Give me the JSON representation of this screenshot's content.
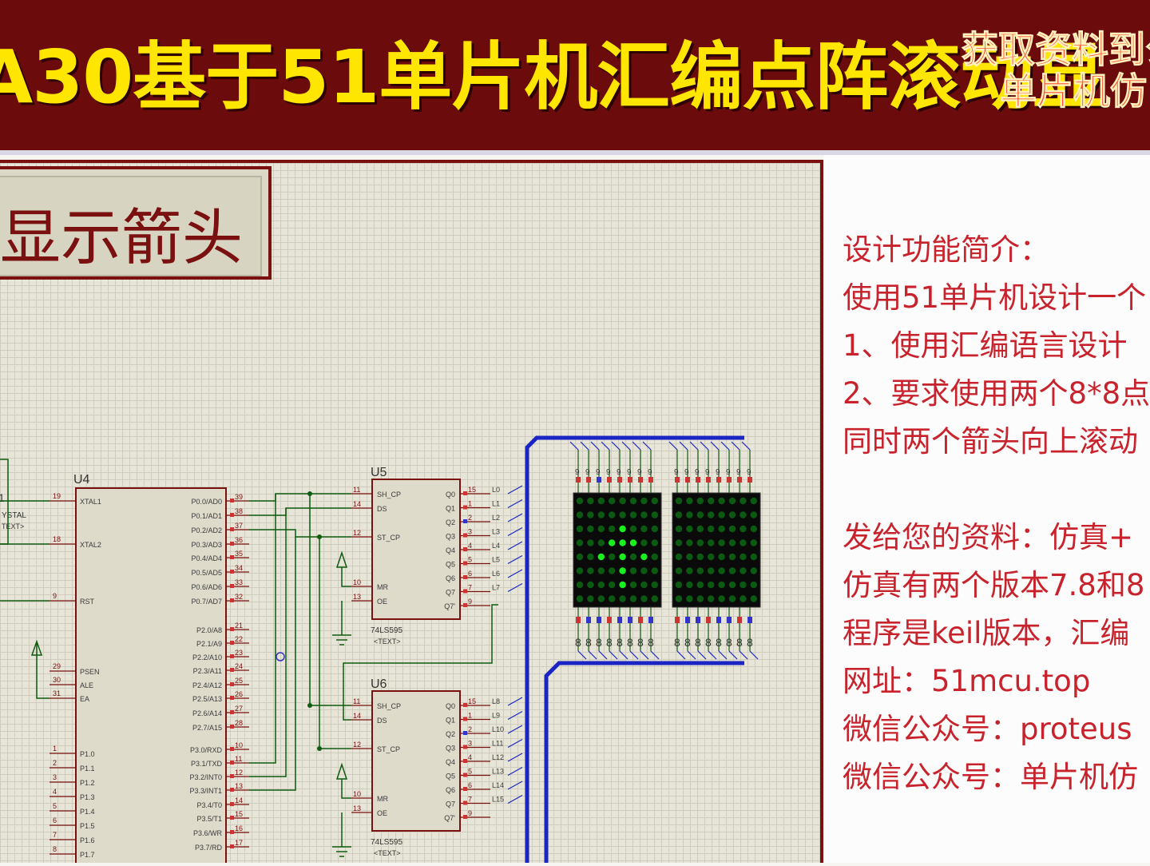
{
  "banner": {
    "title": "A30基于51单片机汇编点阵滚动显",
    "promo_line1": "获取资料到公",
    "promo_line2": "单片机仿"
  },
  "canvas": {
    "label": "显示箭头",
    "mcu": {
      "ref": "U4",
      "crystal_ref": "1",
      "crystal_label": "YSTAL",
      "crystal_text": "TEXT>",
      "left_pins": [
        {
          "num": "19",
          "name": "XTAL1"
        },
        {
          "num": "18",
          "name": "XTAL2"
        },
        {
          "num": "9",
          "name": "RST"
        },
        {
          "num": "29",
          "name": "PSEN"
        },
        {
          "num": "30",
          "name": "ALE"
        },
        {
          "num": "31",
          "name": "EA"
        },
        {
          "num": "1",
          "name": "P1.0"
        },
        {
          "num": "2",
          "name": "P1.1"
        },
        {
          "num": "3",
          "name": "P1.2"
        },
        {
          "num": "4",
          "name": "P1.3"
        },
        {
          "num": "5",
          "name": "P1.4"
        },
        {
          "num": "6",
          "name": "P1.5"
        },
        {
          "num": "7",
          "name": "P1.6"
        },
        {
          "num": "8",
          "name": "P1.7"
        }
      ],
      "right_pins": [
        {
          "num": "39",
          "name": "P0.0/AD0"
        },
        {
          "num": "38",
          "name": "P0.1/AD1"
        },
        {
          "num": "37",
          "name": "P0.2/AD2"
        },
        {
          "num": "36",
          "name": "P0.3/AD3"
        },
        {
          "num": "35",
          "name": "P0.4/AD4"
        },
        {
          "num": "34",
          "name": "P0.5/AD5"
        },
        {
          "num": "33",
          "name": "P0.6/AD6"
        },
        {
          "num": "32",
          "name": "P0.7/AD7"
        },
        {
          "num": "21",
          "name": "P2.0/A8"
        },
        {
          "num": "22",
          "name": "P2.1/A9"
        },
        {
          "num": "23",
          "name": "P2.2/A10"
        },
        {
          "num": "24",
          "name": "P2.3/A11"
        },
        {
          "num": "25",
          "name": "P2.4/A12"
        },
        {
          "num": "26",
          "name": "P2.5/A13"
        },
        {
          "num": "27",
          "name": "P2.6/A14"
        },
        {
          "num": "28",
          "name": "P2.7/A15"
        },
        {
          "num": "10",
          "name": "P3.0/RXD"
        },
        {
          "num": "11",
          "name": "P3.1/TXD"
        },
        {
          "num": "12",
          "name": "P3.2/INT0"
        },
        {
          "num": "13",
          "name": "P3.3/INT1"
        },
        {
          "num": "14",
          "name": "P3.4/T0"
        },
        {
          "num": "15",
          "name": "P3.5/T1"
        },
        {
          "num": "16",
          "name": "P3.6/WR"
        },
        {
          "num": "17",
          "name": "P3.7/RD"
        }
      ]
    },
    "shift_registers": [
      {
        "ref": "U5",
        "part": "74LS595",
        "text": "<TEXT>",
        "left_pins": [
          {
            "num": "11",
            "name": "SH_CP"
          },
          {
            "num": "14",
            "name": "DS"
          },
          {
            "num": "12",
            "name": "ST_CP"
          },
          {
            "num": "10",
            "name": "MR"
          },
          {
            "num": "13",
            "name": "OE"
          }
        ],
        "right_pins": [
          {
            "num": "15",
            "name": "Q0",
            "net": "L0"
          },
          {
            "num": "1",
            "name": "Q1",
            "net": "L1"
          },
          {
            "num": "2",
            "name": "Q2",
            "net": "L2"
          },
          {
            "num": "3",
            "name": "Q3",
            "net": "L3"
          },
          {
            "num": "4",
            "name": "Q4",
            "net": "L4"
          },
          {
            "num": "5",
            "name": "Q5",
            "net": "L5"
          },
          {
            "num": "6",
            "name": "Q6",
            "net": "L6"
          },
          {
            "num": "7",
            "name": "Q7",
            "net": "L7"
          },
          {
            "num": "9",
            "name": "Q7'",
            "net": ""
          }
        ]
      },
      {
        "ref": "U6",
        "part": "74LS595",
        "text": "<TEXT>",
        "left_pins": [
          {
            "num": "11",
            "name": "SH_CP"
          },
          {
            "num": "14",
            "name": "DS"
          },
          {
            "num": "12",
            "name": "ST_CP"
          },
          {
            "num": "10",
            "name": "MR"
          },
          {
            "num": "13",
            "name": "OE"
          }
        ],
        "right_pins": [
          {
            "num": "15",
            "name": "Q0",
            "net": "L8"
          },
          {
            "num": "1",
            "name": "Q1",
            "net": "L9"
          },
          {
            "num": "2",
            "name": "Q2",
            "net": "L10"
          },
          {
            "num": "3",
            "name": "Q3",
            "net": "L11"
          },
          {
            "num": "4",
            "name": "Q4",
            "net": "L12"
          },
          {
            "num": "5",
            "name": "Q5",
            "net": "L13"
          },
          {
            "num": "6",
            "name": "Q6",
            "net": "L14"
          },
          {
            "num": "7",
            "name": "Q7",
            "net": "L15"
          },
          {
            "num": "9",
            "name": "Q7'",
            "net": ""
          }
        ]
      }
    ],
    "matrices": [
      {
        "name": "matrix-1",
        "rows": [
          "00000000",
          "00000000",
          "00001000",
          "00011100",
          "00101010",
          "00001000",
          "00001000",
          "00000000"
        ]
      },
      {
        "name": "matrix-2",
        "rows": [
          "00000000",
          "00000000",
          "00000000",
          "00000000",
          "00000000",
          "00000000",
          "00000000",
          "00000000"
        ]
      }
    ],
    "led_on_color": "#19f01e",
    "led_off_color": "#0b5a12",
    "bus_color": "#1b25c4",
    "wire_color": "#0f5b10",
    "component_color": "#7a1010"
  },
  "info": {
    "lines": [
      "设计功能简介：",
      "使用51单片机设计一个",
      "1、使用汇编语言设计",
      "2、要求使用两个8*8点",
      "同时两个箭头向上滚动",
      "",
      "发给您的资料：仿真+",
      "仿真有两个版本7.8和8",
      "程序是keil版本，汇编",
      "网址：51mcu.top",
      "微信公众号：proteus",
      "微信公众号：单片机仿"
    ]
  }
}
